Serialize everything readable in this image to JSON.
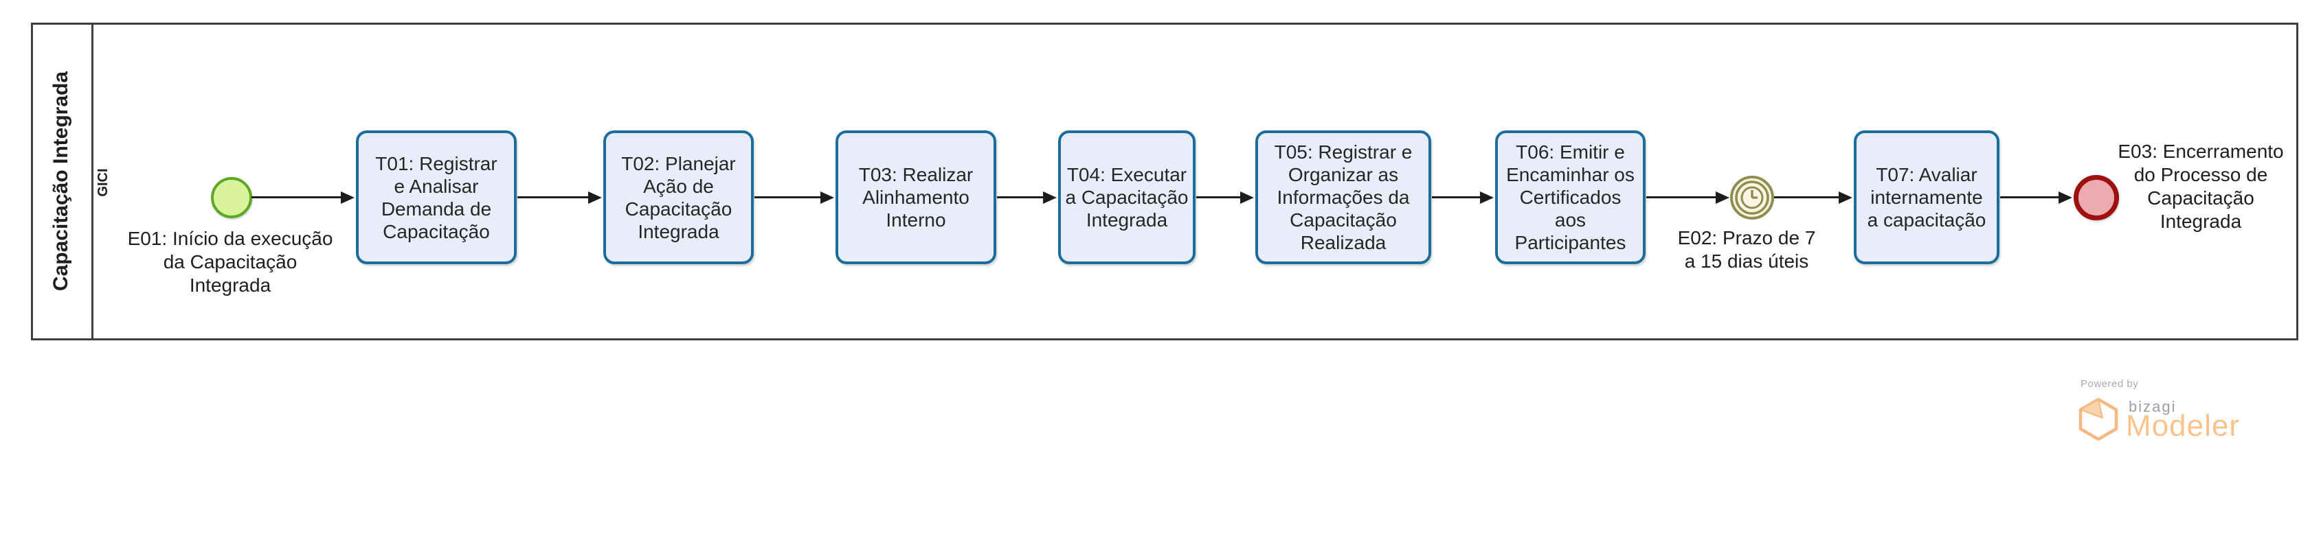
{
  "diagram": {
    "pool_label": "Capacitação Integrada",
    "lane_label": "GICI",
    "events": {
      "start": {
        "label": "E01: Início da execução\nda Capacitação\nIntegrada"
      },
      "timer": {
        "label": "E02: Prazo de 7\na 15 dias úteis"
      },
      "end": {
        "label": "E03: Encerramento\ndo Processo de\nCapacitação\nIntegrada"
      }
    },
    "tasks": [
      {
        "id": "T01",
        "label": "T01: Registrar\ne Analisar\nDemanda de\nCapacitação"
      },
      {
        "id": "T02",
        "label": "T02: Planejar\nAção de\nCapacitação\nIntegrada"
      },
      {
        "id": "T03",
        "label": "T03: Realizar\nAlinhamento\nInterno"
      },
      {
        "id": "T04",
        "label": "T04: Executar\na Capacitação\nIntegrada"
      },
      {
        "id": "T05",
        "label": "T05: Registrar e\nOrganizar as\nInformações da\nCapacitação\nRealizada"
      },
      {
        "id": "T06",
        "label": "T06: Emitir e\nEncaminhar os\nCertificados\naos\nParticipantes"
      },
      {
        "id": "T07",
        "label": "T07: Avaliar\ninternamente\na capacitação"
      }
    ],
    "colors": {
      "task_fill": "#e9edf9",
      "task_border": "#1b6e9b",
      "start_fill": "#d9f49b",
      "start_border": "#5ea826",
      "timer_fill": "#fbf6e4",
      "timer_border": "#8e8e4f",
      "end_fill": "#ecacaf",
      "end_border": "#9e1010",
      "pool_border": "#3f3f3f",
      "flow_line": "#1c1c1c",
      "brand_orange": "#f9c38b",
      "brand_gray": "#9e9e9e"
    }
  },
  "branding": {
    "powered_by": "Powered by",
    "brand": "bizagi",
    "product": "Modeler"
  }
}
